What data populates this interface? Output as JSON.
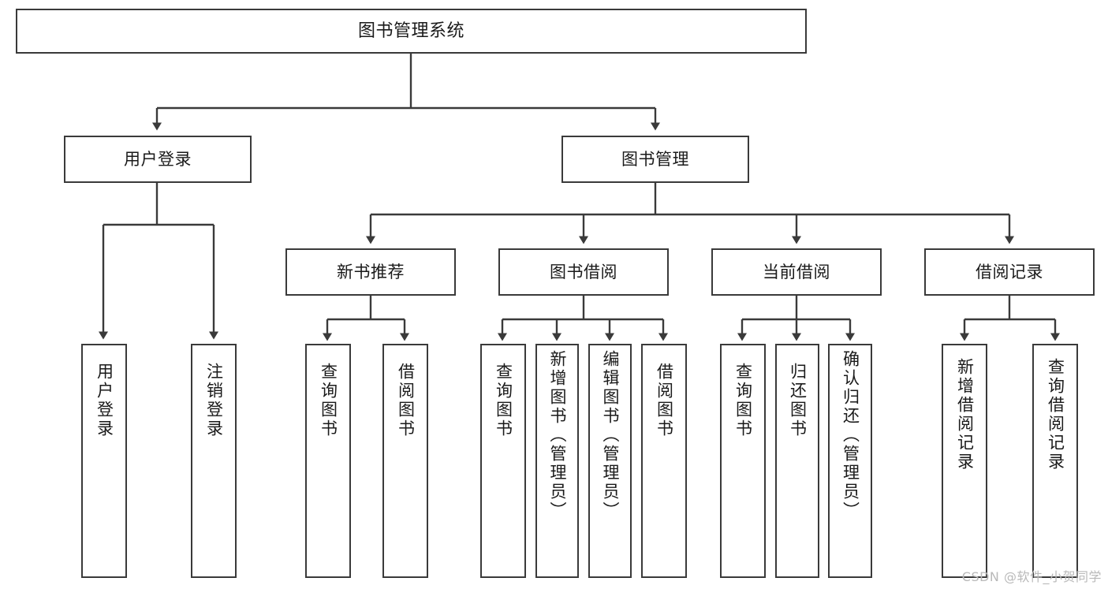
{
  "diagram": {
    "title": "图书管理系统",
    "type": "tree-hierarchy",
    "watermark": "CSDN @软件_小贺同学",
    "colors": {
      "stroke": "#3a3a3a",
      "fill": "#ffffff",
      "text": "#1a1a1a",
      "watermark": "#b9b9b9"
    },
    "nodes": {
      "root": {
        "label": "图书管理系统"
      },
      "level2": [
        {
          "label": "用户登录"
        },
        {
          "label": "图书管理"
        }
      ],
      "level3": [
        {
          "label": "新书推荐"
        },
        {
          "label": "图书借阅"
        },
        {
          "label": "当前借阅"
        },
        {
          "label": "借阅记录"
        }
      ],
      "leaves": {
        "user_login": [
          {
            "label": "用户登录"
          },
          {
            "label": "注销登录"
          }
        ],
        "new_book_recommend": [
          {
            "label": "查询图书"
          },
          {
            "label": "借阅图书"
          }
        ],
        "book_borrow": [
          {
            "label": "查询图书"
          },
          {
            "label": "新增图书（管理员）"
          },
          {
            "label": "编辑图书（管理员）"
          },
          {
            "label": "借阅图书"
          }
        ],
        "current_borrow": [
          {
            "label": "查询图书"
          },
          {
            "label": "归还图书"
          },
          {
            "label": "确认归还（管理员）"
          }
        ],
        "borrow_records": [
          {
            "label": "新增借阅记录"
          },
          {
            "label": "查询借阅记录"
          }
        ]
      }
    }
  }
}
